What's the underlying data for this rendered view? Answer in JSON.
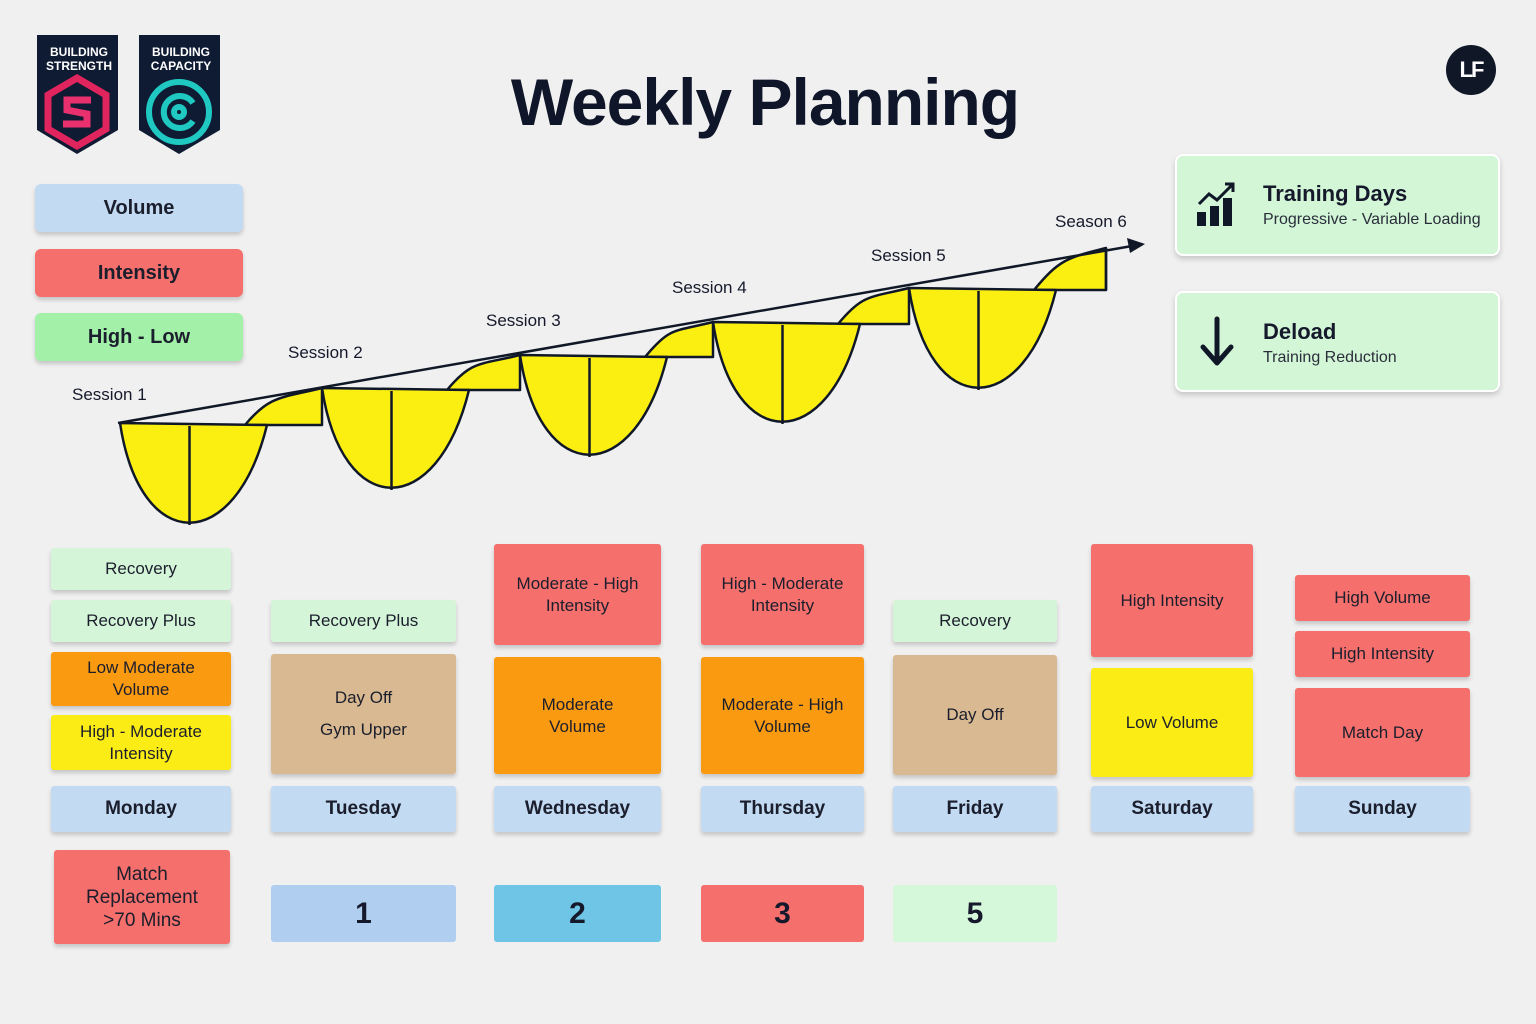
{
  "title": "Weekly Planning",
  "badges": [
    {
      "label": "BUILDING\nSTRENGTH",
      "color": "#e0245e"
    },
    {
      "label": "BUILDING\nCAPACITY",
      "color": "#1fc9c1"
    }
  ],
  "logo": {
    "initials": "LF"
  },
  "legend": [
    {
      "label": "Volume",
      "color": "#c3daf3"
    },
    {
      "label": "Intensity",
      "color": "#f56f6c"
    },
    {
      "label": "High - Low",
      "color": "#a3f1a9"
    }
  ],
  "info": {
    "training_days": {
      "title": "Training Days",
      "subtitle": "Progressive - Variable Loading",
      "icon": "chart-growth-icon"
    },
    "deload": {
      "title": "Deload",
      "subtitle": "Training Reduction",
      "icon": "arrow-down-icon"
    }
  },
  "wave": {
    "sessions": [
      "Session 1",
      "Session 2",
      "Session 3",
      "Session 4",
      "Session 5",
      "Season 6"
    ],
    "fill_color": "#fbef12"
  },
  "colors": {
    "recovery": "#d5f5d9",
    "orange": "#fa9a10",
    "yellow": "#fcec15",
    "red": "#f56f6c",
    "tan": "#d9b991",
    "blue": "#c3daf3",
    "blue_num": "#b0cff0",
    "cyan_num": "#6ec5e6",
    "green_num": "#d5f7da"
  },
  "days": {
    "monday": {
      "label": "Monday",
      "cards": [
        "Recovery",
        "Recovery Plus",
        "Low Moderate\nVolume",
        "High - Moderate\nIntensity"
      ],
      "match": "Match\nReplacement\n>70 Mins"
    },
    "tuesday": {
      "label": "Tuesday",
      "cards": [
        "Recovery Plus",
        "Day Off\n\nGym Upper"
      ],
      "number": "1"
    },
    "wednesday": {
      "label": "Wednesday",
      "cards": [
        "Moderate - High\nIntensity",
        "Moderate\nVolume"
      ],
      "number": "2"
    },
    "thursday": {
      "label": "Thursday",
      "cards": [
        "High - Moderate\nIntensity",
        "Moderate - High\nVolume"
      ],
      "number": "3"
    },
    "friday": {
      "label": "Friday",
      "cards": [
        "Recovery",
        "Day Off"
      ],
      "number": "5"
    },
    "saturday": {
      "label": "Saturday",
      "cards": [
        "High Intensity",
        "Low Volume"
      ]
    },
    "sunday": {
      "label": "Sunday",
      "cards": [
        "High Volume",
        "High Intensity",
        "Match Day"
      ]
    }
  }
}
